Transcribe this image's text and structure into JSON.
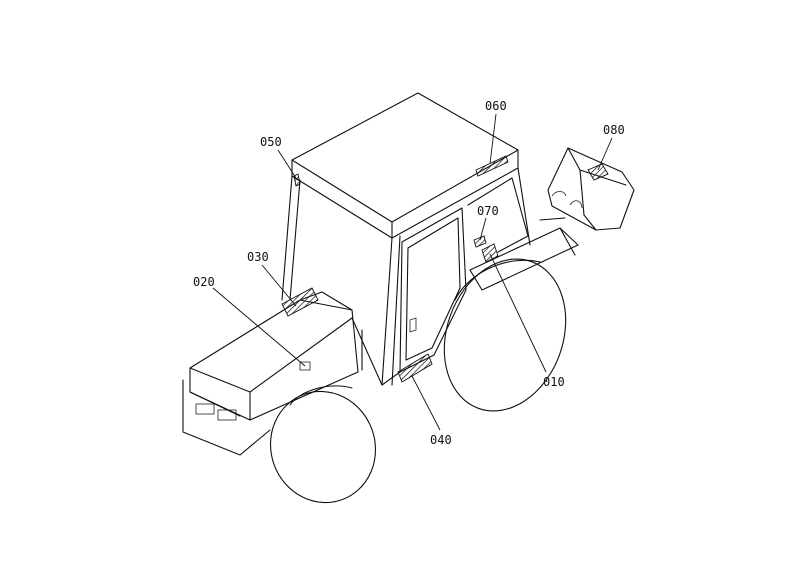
{
  "callouts": [
    {
      "id": "010",
      "text": "010"
    },
    {
      "id": "020",
      "text": "020"
    },
    {
      "id": "030",
      "text": "030"
    },
    {
      "id": "040",
      "text": "040"
    },
    {
      "id": "050",
      "text": "050"
    },
    {
      "id": "060",
      "text": "060"
    },
    {
      "id": "070",
      "text": "070"
    },
    {
      "id": "080",
      "text": "080"
    }
  ],
  "colors": {
    "ink": "#111111",
    "background": "#ffffff"
  }
}
